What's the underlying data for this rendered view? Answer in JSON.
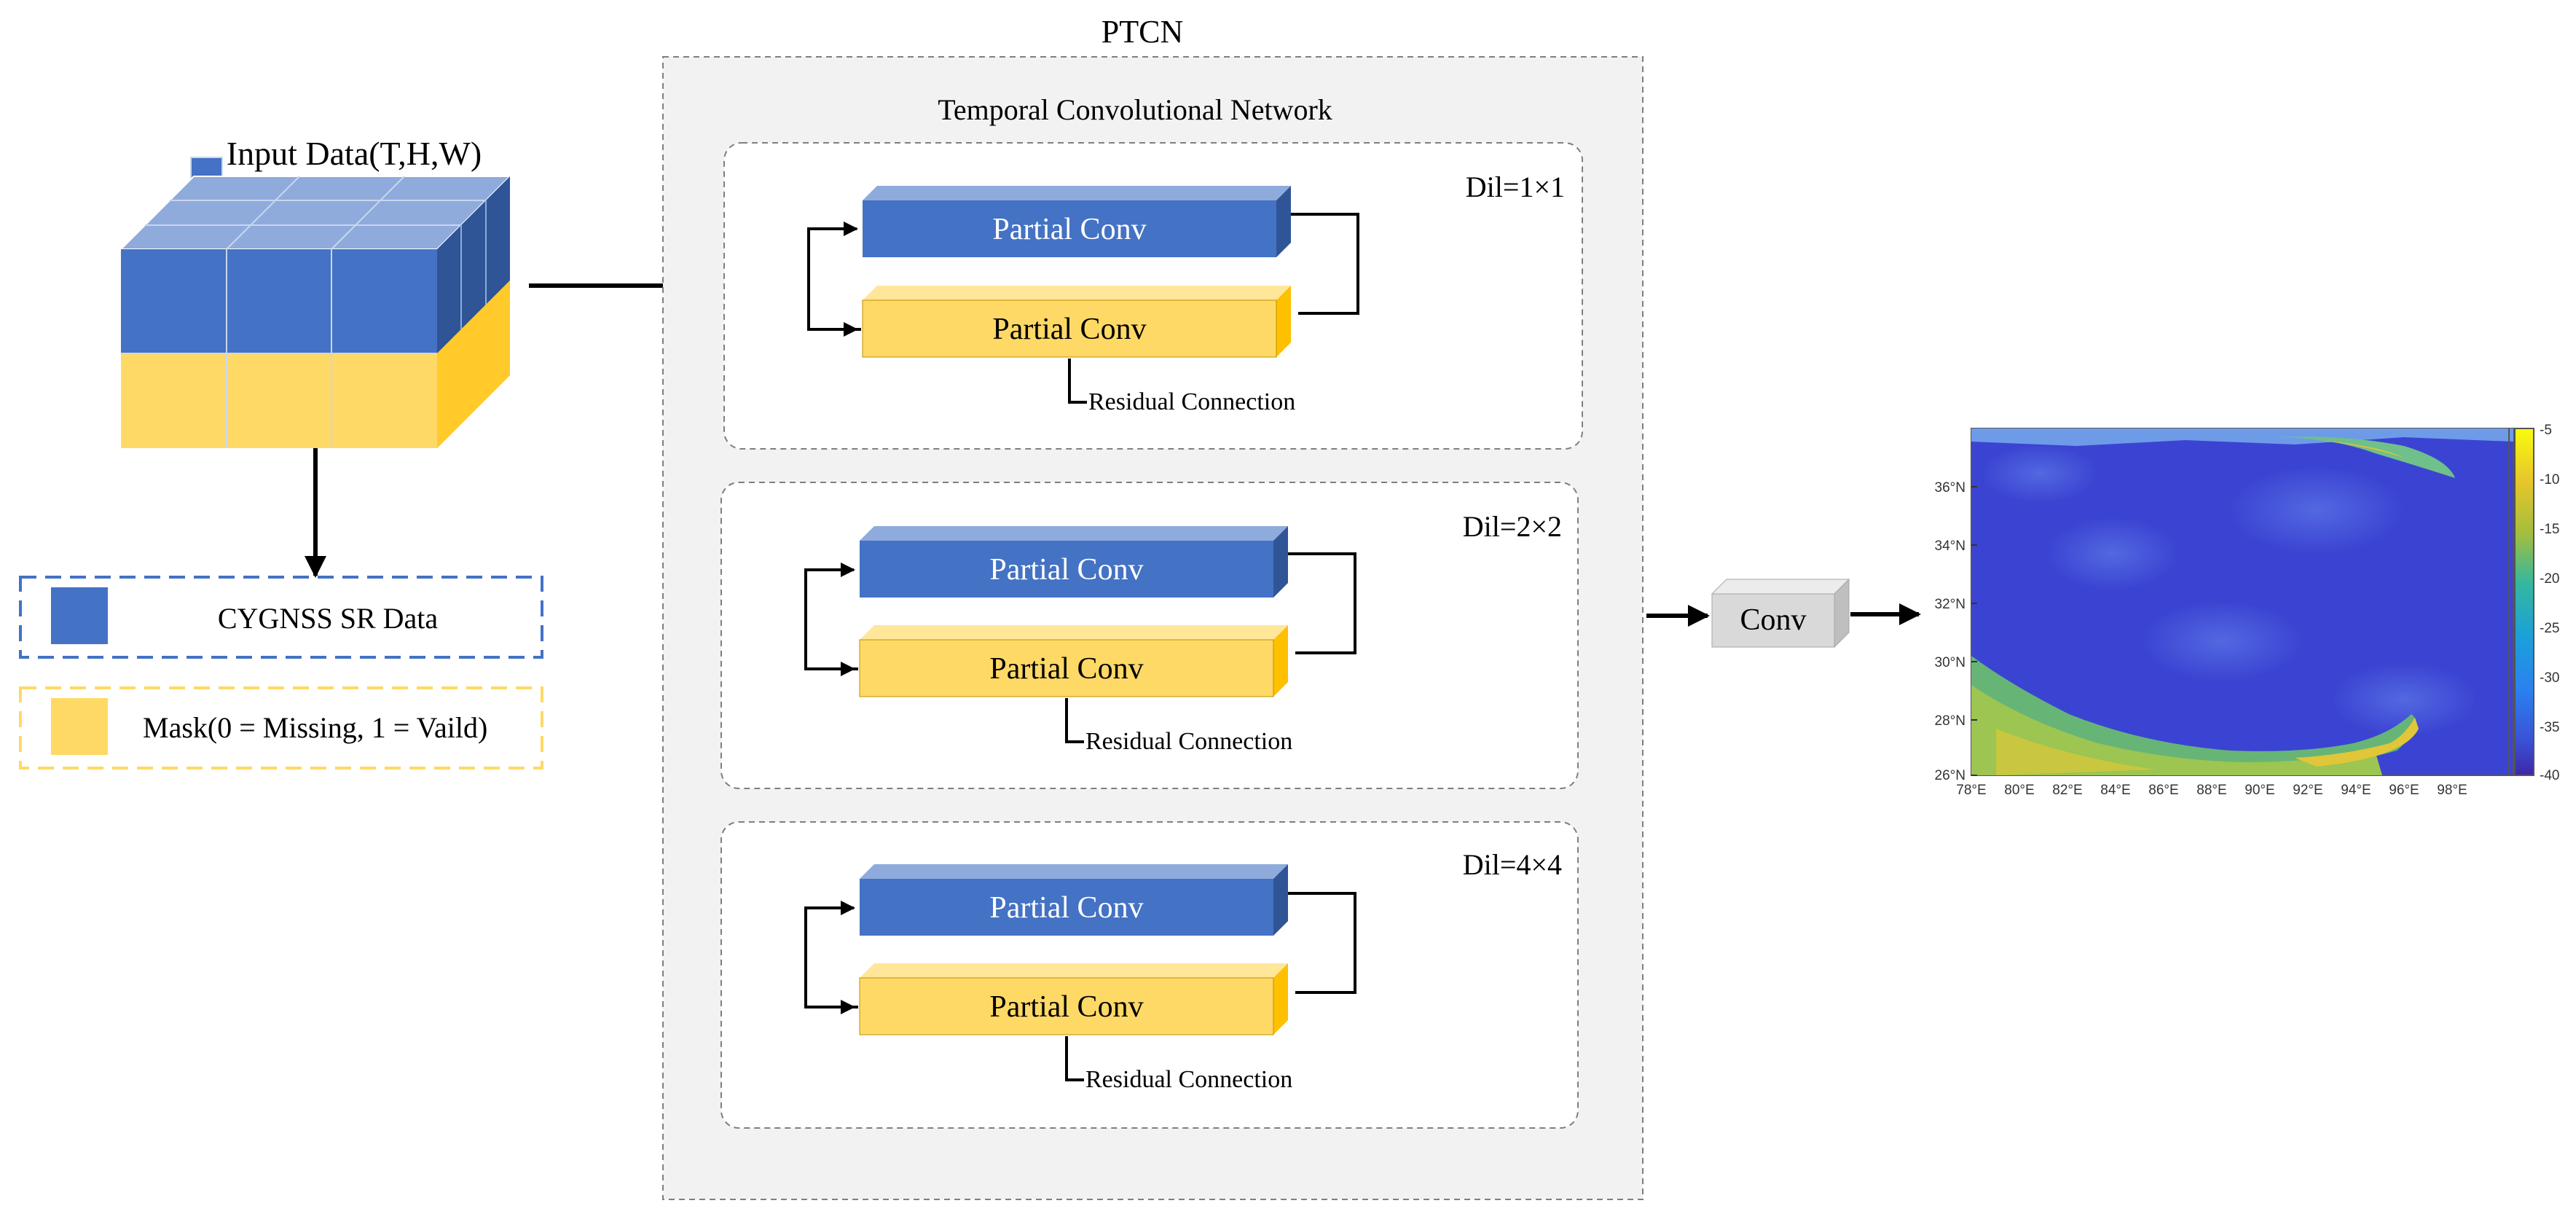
{
  "ptcn": {
    "title": "PTCN",
    "subtitle": "Temporal Convolutional Network"
  },
  "input": {
    "title": "Input Data(T,H,W)"
  },
  "legend": {
    "sr_label": "CYGNSS SR Data",
    "mask_label": "Mask(0 = Missing, 1 = Vaild)"
  },
  "blocks": [
    {
      "dil": "Dil=1×1",
      "conv_top": "Partial Conv",
      "conv_bottom": "Partial Conv",
      "residual": "Residual Connection"
    },
    {
      "dil": "Dil=2×2",
      "conv_top": "Partial Conv",
      "conv_bottom": "Partial Conv",
      "residual": "Residual Connection"
    },
    {
      "dil": "Dil=4×4",
      "conv_top": "Partial Conv",
      "conv_bottom": "Partial Conv",
      "residual": "Residual Connection"
    }
  ],
  "output_conv": {
    "label": "Conv"
  },
  "map": {
    "lat_labels": [
      "36°N",
      "34°N",
      "32°N",
      "30°N",
      "28°N",
      "26°N"
    ],
    "lon_labels": [
      "78°E",
      "80°E",
      "82°E",
      "84°E",
      "86°E",
      "88°E",
      "90°E",
      "92°E",
      "94°E",
      "96°E",
      "98°E"
    ],
    "colorbar_labels": [
      "-5",
      "-10",
      "-15",
      "-20",
      "-25",
      "-30",
      "-35",
      "-40"
    ]
  },
  "colors": {
    "blue": "#4472c4",
    "blue_top": "#8fabdc",
    "blue_side": "#2f5597",
    "yellow": "#ffd966",
    "yellow_top": "#ffe699",
    "yellow_side": "#ffc000",
    "panel_bg": "#f2f2f2",
    "gray_box": "#d9d9d9"
  }
}
